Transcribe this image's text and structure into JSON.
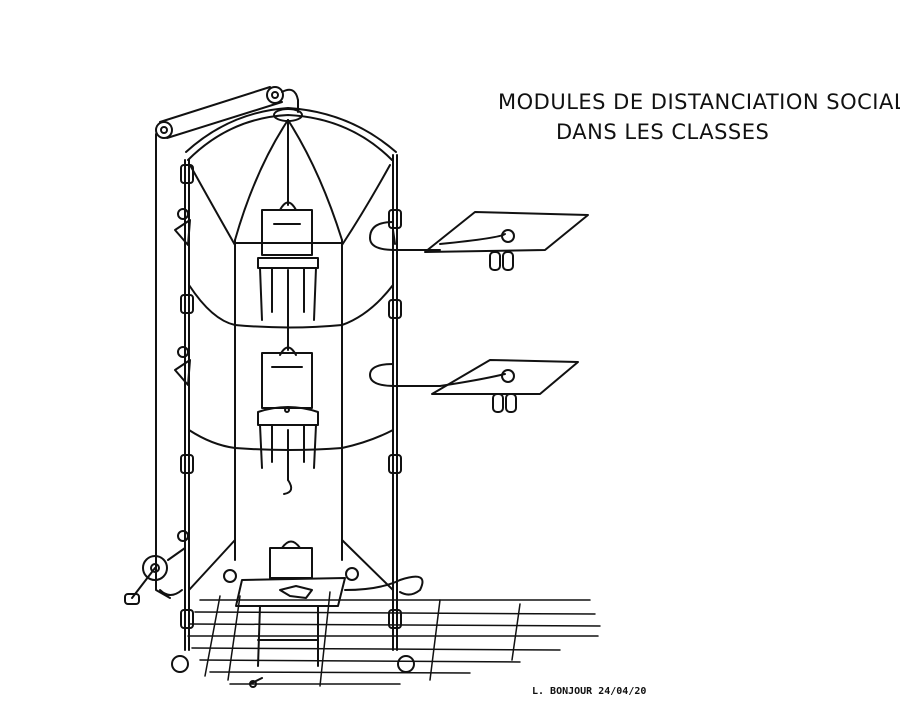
{
  "title": {
    "line1": "MODULES DE DISTANCIATION SOCIALE",
    "line2": "DANS LES CLASSES"
  },
  "signature": "L. BONJOUR 24/04/20",
  "colors": {
    "ink": "#111111",
    "paper": "#ffffff"
  }
}
